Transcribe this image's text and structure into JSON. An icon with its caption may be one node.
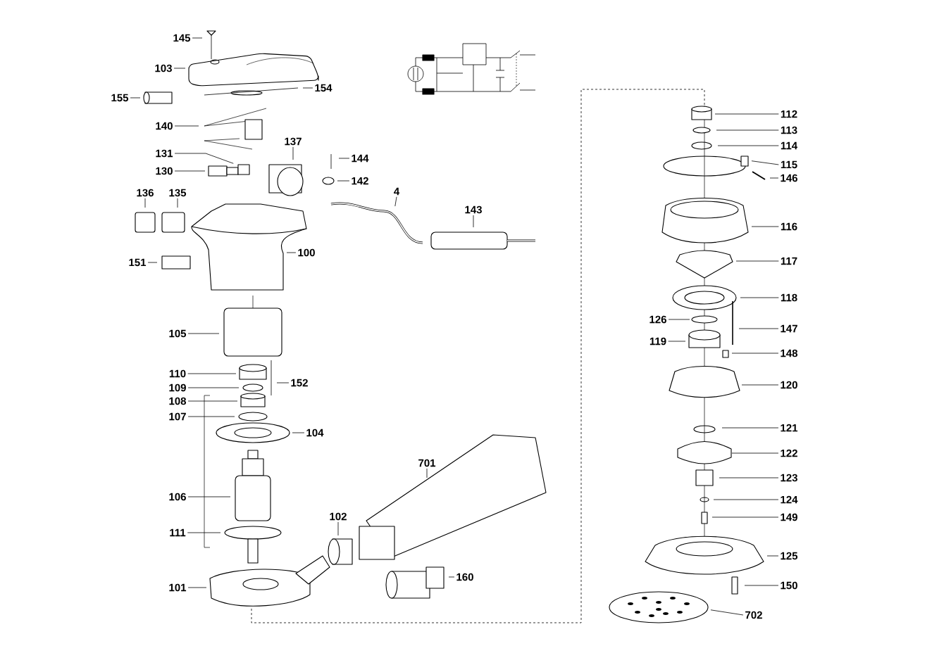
{
  "diagram": {
    "nodes": [
      {
        "text": [
          "145"
        ]
      },
      {
        "text": [
          "103"
        ]
      },
      {
        "text": [
          "155"
        ]
      },
      {
        "text": [
          "154"
        ]
      },
      {
        "text": [
          "140"
        ]
      },
      {
        "text": [
          "131"
        ]
      },
      {
        "text": [
          "130"
        ]
      },
      {
        "text": [
          "137"
        ]
      },
      {
        "text": [
          "144"
        ]
      },
      {
        "text": [
          "142"
        ]
      },
      {
        "text": [
          "136"
        ]
      },
      {
        "text": [
          "135"
        ]
      },
      {
        "text": [
          "151"
        ]
      },
      {
        "text": [
          "100"
        ]
      },
      {
        "text": [
          "4"
        ]
      },
      {
        "text": [
          "143"
        ]
      },
      {
        "text": [
          "105"
        ]
      },
      {
        "text": [
          "110"
        ]
      },
      {
        "text": [
          "109"
        ]
      },
      {
        "text": [
          "108"
        ]
      },
      {
        "text": [
          "107"
        ]
      },
      {
        "text": [
          "152"
        ]
      },
      {
        "text": [
          "104"
        ]
      },
      {
        "text": [
          "106"
        ]
      },
      {
        "text": [
          "111"
        ]
      },
      {
        "text": [
          "101"
        ]
      },
      {
        "text": [
          "102"
        ]
      },
      {
        "text": [
          "701"
        ]
      },
      {
        "text": [
          "160"
        ]
      },
      {
        "text": [
          "112"
        ]
      },
      {
        "text": [
          "113"
        ]
      },
      {
        "text": [
          "114"
        ]
      },
      {
        "text": [
          "115"
        ]
      },
      {
        "text": [
          "146"
        ]
      },
      {
        "text": [
          "116"
        ]
      },
      {
        "text": [
          "117"
        ]
      },
      {
        "text": [
          "118"
        ]
      },
      {
        "text": [
          "126"
        ]
      },
      {
        "text": [
          "147"
        ]
      },
      {
        "text": [
          "119"
        ]
      },
      {
        "text": [
          "148"
        ]
      },
      {
        "text": [
          "120"
        ]
      },
      {
        "text": [
          "121"
        ]
      },
      {
        "text": [
          "122"
        ]
      },
      {
        "text": [
          "123"
        ]
      },
      {
        "text": [
          "124"
        ]
      },
      {
        "text": [
          "149"
        ]
      },
      {
        "text": [
          "125"
        ]
      },
      {
        "text": [
          "150"
        ]
      },
      {
        "text": [
          "702"
        ]
      }
    ],
    "edges": [
      {
        "from": 0,
        "to": null,
        "arrow": "none"
      },
      {
        "from": 1,
        "to": null,
        "arrow": "none"
      },
      {
        "from": 2,
        "to": null,
        "arrow": "none"
      },
      {
        "from": 3,
        "to": null,
        "arrow": "none"
      },
      {
        "from": 4,
        "to": null,
        "arrow": "none"
      },
      {
        "from": 5,
        "to": null,
        "arrow": "none"
      },
      {
        "from": 6,
        "to": null,
        "arrow": "none"
      },
      {
        "from": 7,
        "to": null,
        "arrow": "none"
      },
      {
        "from": 8,
        "to": null,
        "arrow": "none"
      },
      {
        "from": 9,
        "to": null,
        "arrow": "none"
      },
      {
        "from": 10,
        "to": null,
        "arrow": "none"
      },
      {
        "from": 11,
        "to": null,
        "arrow": "none"
      },
      {
        "from": 12,
        "to": null,
        "arrow": "none"
      },
      {
        "from": 13,
        "to": null,
        "arrow": "none"
      },
      {
        "from": 14,
        "to": null,
        "arrow": "none"
      },
      {
        "from": 15,
        "to": null,
        "arrow": "none"
      },
      {
        "from": 16,
        "to": null,
        "arrow": "none"
      },
      {
        "from": 17,
        "to": null,
        "arrow": "none"
      },
      {
        "from": 18,
        "to": null,
        "arrow": "none"
      },
      {
        "from": 19,
        "to": null,
        "arrow": "none"
      },
      {
        "from": 20,
        "to": null,
        "arrow": "none"
      },
      {
        "from": 21,
        "to": null,
        "arrow": "none"
      },
      {
        "from": 22,
        "to": null,
        "arrow": "none"
      },
      {
        "from": 23,
        "to": null,
        "arrow": "none"
      },
      {
        "from": 24,
        "to": null,
        "arrow": "none"
      },
      {
        "from": 25,
        "to": null,
        "arrow": "none"
      },
      {
        "from": 26,
        "to": null,
        "arrow": "none"
      },
      {
        "from": 27,
        "to": null,
        "arrow": "none"
      },
      {
        "from": 28,
        "to": null,
        "arrow": "none"
      },
      {
        "from": 29,
        "to": null,
        "arrow": "none"
      },
      {
        "from": 30,
        "to": null,
        "arrow": "none"
      },
      {
        "from": 31,
        "to": null,
        "arrow": "none"
      },
      {
        "from": 32,
        "to": null,
        "arrow": "none"
      },
      {
        "from": 33,
        "to": null,
        "arrow": "none"
      },
      {
        "from": 34,
        "to": null,
        "arrow": "none"
      },
      {
        "from": 35,
        "to": null,
        "arrow": "none"
      },
      {
        "from": 36,
        "to": null,
        "arrow": "none"
      },
      {
        "from": 37,
        "to": null,
        "arrow": "none"
      },
      {
        "from": 38,
        "to": null,
        "arrow": "none"
      },
      {
        "from": 39,
        "to": null,
        "arrow": "none"
      },
      {
        "from": 40,
        "to": null,
        "arrow": "none"
      },
      {
        "from": 41,
        "to": null,
        "arrow": "none"
      },
      {
        "from": 42,
        "to": null,
        "arrow": "none"
      },
      {
        "from": 43,
        "to": null,
        "arrow": "none"
      },
      {
        "from": 44,
        "to": null,
        "arrow": "none"
      },
      {
        "from": 45,
        "to": null,
        "arrow": "none"
      },
      {
        "from": 46,
        "to": null,
        "arrow": "none"
      },
      {
        "from": 47,
        "to": null,
        "arrow": "none"
      },
      {
        "from": 48,
        "to": null,
        "arrow": "none"
      },
      {
        "from": 49,
        "to": null,
        "arrow": "none"
      }
    ]
  }
}
